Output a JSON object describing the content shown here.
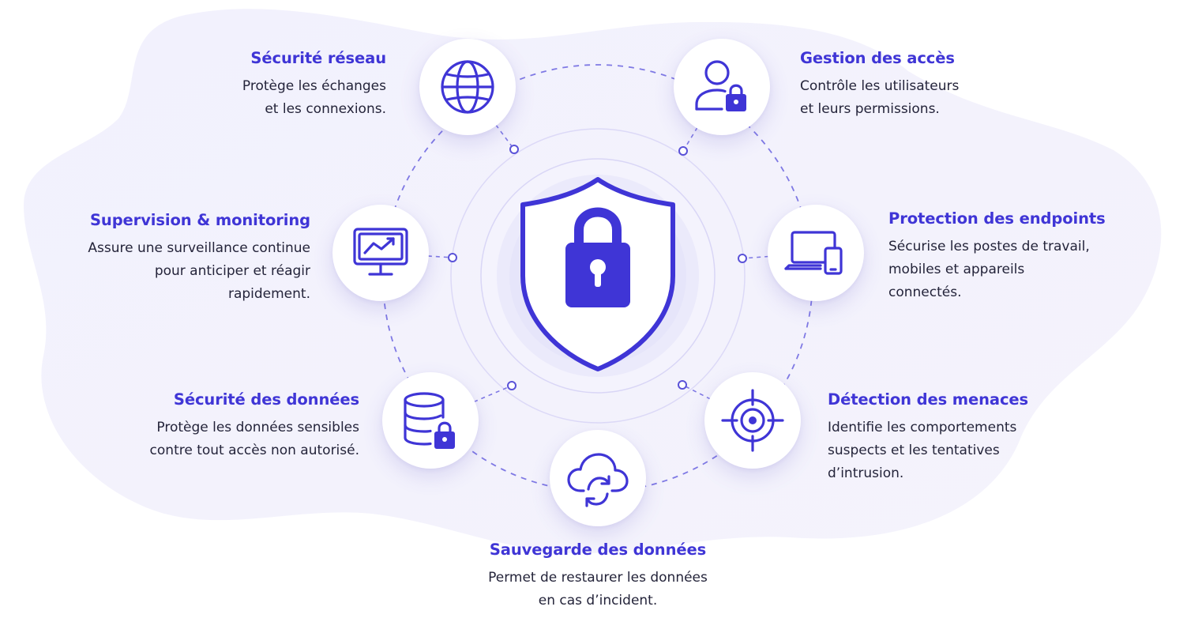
{
  "colors": {
    "accent": "#3f35d6",
    "text": "#24243a",
    "blob": "#f1f0fc",
    "ring": "#7f79e4"
  },
  "center": {
    "icon": "shield-lock-icon"
  },
  "items": [
    {
      "id": "network",
      "icon": "globe-icon",
      "title": "Sécurité réseau",
      "description": "Protège les échanges\net les connexions."
    },
    {
      "id": "access",
      "icon": "user-lock-icon",
      "title": "Gestion des accès",
      "description": "Contrôle les utilisateurs\net leurs permissions."
    },
    {
      "id": "monitoring",
      "icon": "monitor-chart-icon",
      "title": "Supervision & monitoring",
      "description": "Assure une surveillance continue\npour anticiper et réagir\nrapidement."
    },
    {
      "id": "endpoints",
      "icon": "laptop-phone-icon",
      "title": "Protection des endpoints",
      "description": "Sécurise les postes de travail,\nmobiles et appareils\nconnectés."
    },
    {
      "id": "data",
      "icon": "database-lock-icon",
      "title": "Sécurité des données",
      "description": "Protège les données sensibles\ncontre tout accès non autorisé."
    },
    {
      "id": "threats",
      "icon": "target-icon",
      "title": "Détection des menaces",
      "description": "Identifie les comportements\nsuspects et les tentatives\nd’intrusion."
    },
    {
      "id": "backup",
      "icon": "cloud-sync-icon",
      "title": "Sauvegarde des données",
      "description": "Permet de restaurer les données\nen cas d’incident."
    }
  ]
}
